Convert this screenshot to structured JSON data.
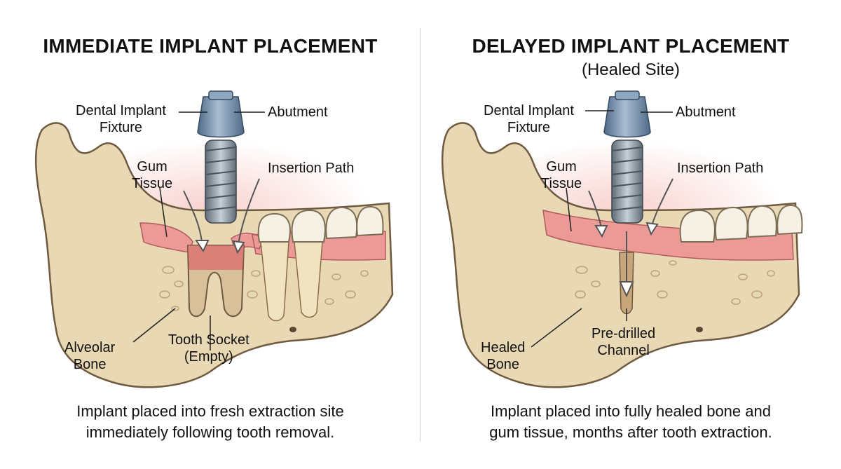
{
  "left": {
    "title": "IMMEDIATE IMPLANT PLACEMENT",
    "labels": {
      "fixture": [
        "Dental Implant",
        "Fixture"
      ],
      "abutment": "Abutment",
      "gum": [
        "Gum",
        "Tissue"
      ],
      "path": "Insertion Path",
      "bone": [
        "Alveolar",
        "Bone"
      ],
      "socket": [
        "Tooth Socket",
        "(Empty)"
      ]
    },
    "caption": [
      "Implant placed into fresh extraction site",
      "immediately following tooth removal."
    ]
  },
  "right": {
    "title": "DELAYED IMPLANT PLACEMENT",
    "subtitle": "(Healed Site)",
    "labels": {
      "fixture": [
        "Dental Implant",
        "Fixture"
      ],
      "abutment": "Abutment",
      "gum": [
        "Gum",
        "Tissue"
      ],
      "path": "Insertion Path",
      "bone": [
        "Healed",
        "Bone"
      ],
      "channel": [
        "Pre-drilled",
        "Channel"
      ]
    },
    "caption": [
      "Implant placed into fully healed bone and",
      "gum tissue, months after tooth extraction."
    ]
  },
  "colors": {
    "bone": "#e9d8b4",
    "bone_edge": "#6f5a3f",
    "gum": "#ec9a98",
    "socket": "#d9706f",
    "implant": "#8d9aa5",
    "abutment": "#6f8aa6",
    "tooth": "#f6f1e4"
  }
}
